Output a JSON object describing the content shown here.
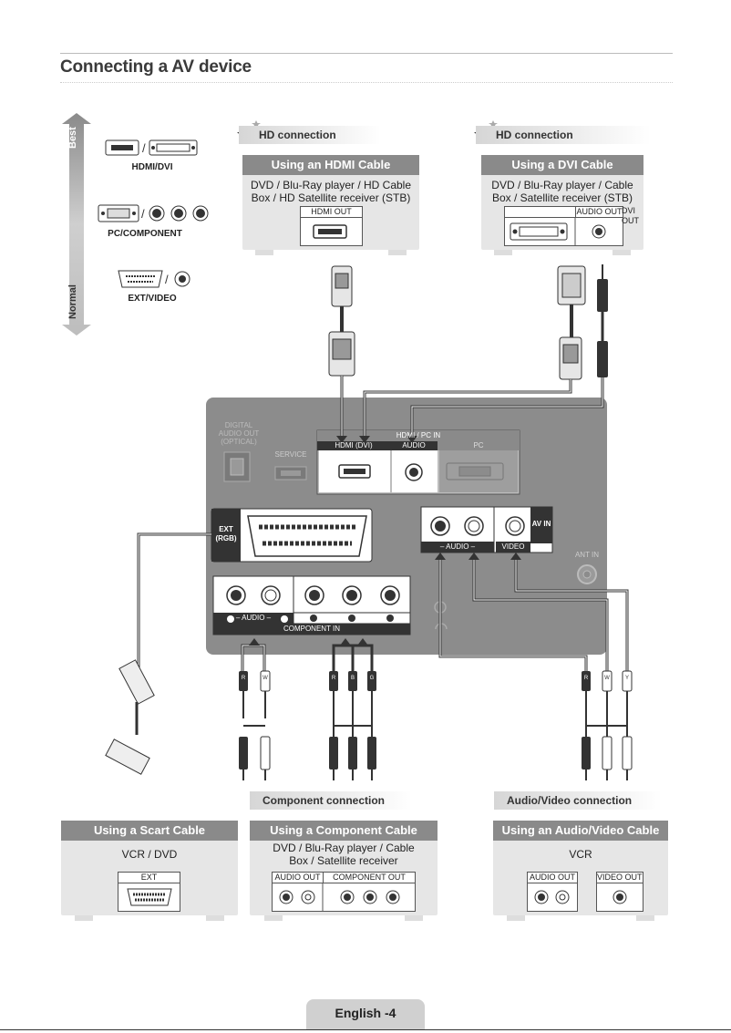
{
  "page": {
    "title": "Connecting a AV device",
    "footer": "English -4"
  },
  "quality_scale": {
    "best": "Best",
    "normal": "Normal",
    "items": [
      {
        "label": "HDMI/DVI"
      },
      {
        "label": "PC/COMPONENT"
      },
      {
        "label": "EXT/VIDEO"
      }
    ]
  },
  "top_cards": [
    {
      "header": "HD connection",
      "title": "Using an HDMI Cable",
      "text": "DVD / Blu-Ray player / HD Cable Box / HD Satellite receiver (STB)",
      "ports": [
        "HDMI OUT"
      ]
    },
    {
      "header": "HD connection",
      "title": "Using a DVI Cable",
      "text": "DVD / Blu-Ray player / Cable Box / Satellite receiver (STB)",
      "ports": [
        "AUDIO OUT",
        "DVI OUT"
      ]
    }
  ],
  "tv_panel": {
    "optical": "DIGITAL AUDIO OUT (OPTICAL)",
    "service": "SERVICE",
    "group_label": "HDMI / PC IN",
    "hdmi_dvi": "HDMI (DVI)",
    "audio": "AUDIO",
    "pc": "PC",
    "ext": "EXT (RGB)",
    "av_in": "AV IN",
    "audio_rl": "– AUDIO –",
    "video": "VIDEO",
    "ant_in": "ANT IN",
    "component_in": "COMPONENT IN"
  },
  "connection_labels": {
    "component": "Component connection",
    "av": "Audio/Video connection"
  },
  "bottom_cards": [
    {
      "title": "Using a Scart Cable",
      "text": "VCR / DVD",
      "ports": [
        "EXT"
      ]
    },
    {
      "title": "Using a Component Cable",
      "text": "DVD / Blu-Ray player / Cable Box / Satellite receiver",
      "ports": [
        "AUDIO OUT",
        "COMPONENT OUT"
      ]
    },
    {
      "title": "Using an Audio/Video Cable",
      "text": "VCR",
      "ports": [
        "AUDIO OUT",
        "VIDEO OUT"
      ]
    }
  ],
  "plug_letters": {
    "r": "R",
    "w": "W",
    "b": "B",
    "g": "G",
    "y": "Y"
  }
}
